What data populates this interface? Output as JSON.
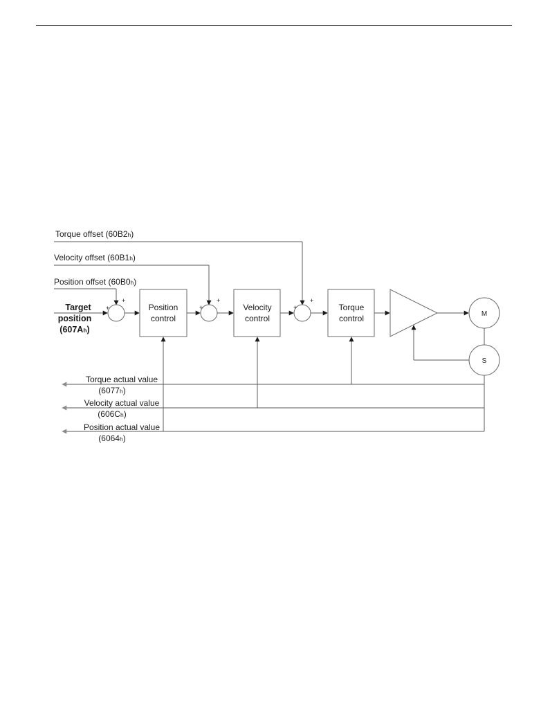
{
  "diagram": {
    "inputs": {
      "torque_offset": {
        "text": "Torque offset (60B2",
        "sub": "h",
        "close": ")"
      },
      "velocity_offset": {
        "text": "Velocity offset (60B1",
        "sub": "h",
        "close": ")"
      },
      "position_offset": {
        "text": "Position offset (60B0",
        "sub": "h",
        "close": ")"
      },
      "target_line1": "Target",
      "target_line2": "position",
      "target_line3": {
        "text": "(607A",
        "sub": "h",
        "close": ")"
      }
    },
    "blocks": {
      "position_control": [
        "Position",
        "control"
      ],
      "velocity_control": [
        "Velocity",
        "control"
      ],
      "torque_control": [
        "Torque",
        "control"
      ]
    },
    "motor_label": "M",
    "sensor_label": "S",
    "sign_plus": "+",
    "outputs": {
      "torque_actual": {
        "line1": "Torque actual value",
        "line2": {
          "text": "(6077",
          "sub": "h",
          "close": ")"
        }
      },
      "velocity_actual": {
        "line1": "Velocity actual value",
        "line2": {
          "text": "(606C",
          "sub": "h",
          "close": ")"
        }
      },
      "position_actual": {
        "line1": "Position actual value",
        "line2": {
          "text": "(6064",
          "sub": "h",
          "close": ")"
        }
      }
    }
  }
}
